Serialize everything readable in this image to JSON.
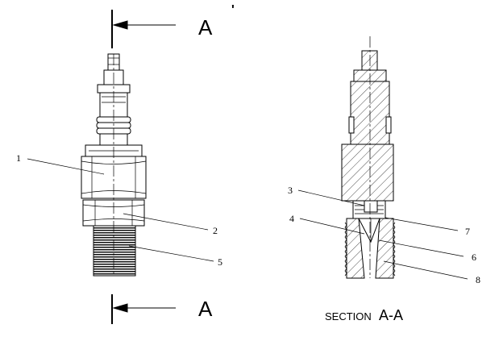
{
  "section_markers": {
    "top": "A",
    "bottom": "A",
    "tick": "'"
  },
  "left_labels": {
    "l1": "1",
    "l2": "2",
    "l5": "5"
  },
  "right_labels": {
    "l3": "3",
    "l4": "4",
    "l6": "6",
    "l7": "7",
    "l8": "8"
  },
  "section_caption": {
    "prefix": "SECTION",
    "suffix": "A-A"
  }
}
